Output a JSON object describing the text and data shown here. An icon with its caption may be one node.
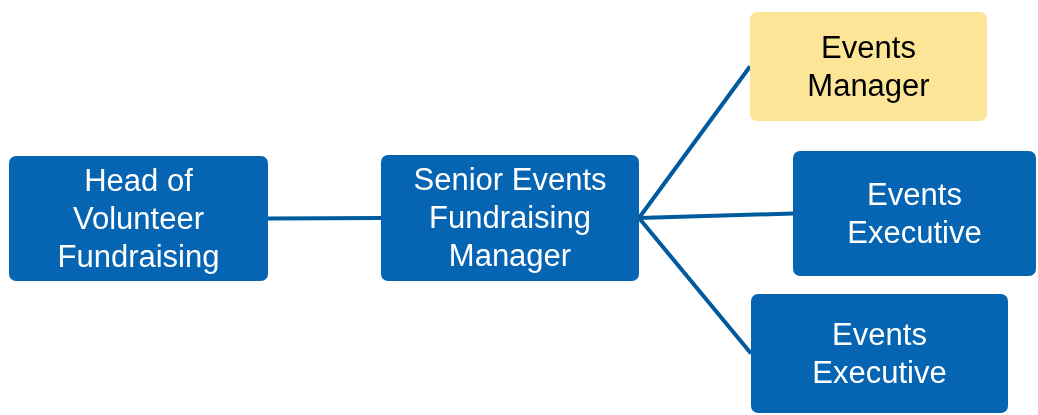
{
  "diagram": {
    "nodes": [
      {
        "text": [
          "Head of Volunteer Fundraising"
        ]
      },
      {
        "text": [
          "Senior Events Fundraising Manager"
        ]
      },
      {
        "text": [
          "Events Manager"
        ]
      },
      {
        "text": [
          "Events Executive"
        ]
      },
      {
        "text": [
          "Events Executive"
        ]
      }
    ],
    "edges": [
      {
        "from": 0,
        "to": 1,
        "arrow": "none"
      },
      {
        "from": 1,
        "to": 2,
        "arrow": "none"
      },
      {
        "from": 1,
        "to": 3,
        "arrow": "none"
      },
      {
        "from": 1,
        "to": 4,
        "arrow": "none"
      }
    ]
  }
}
